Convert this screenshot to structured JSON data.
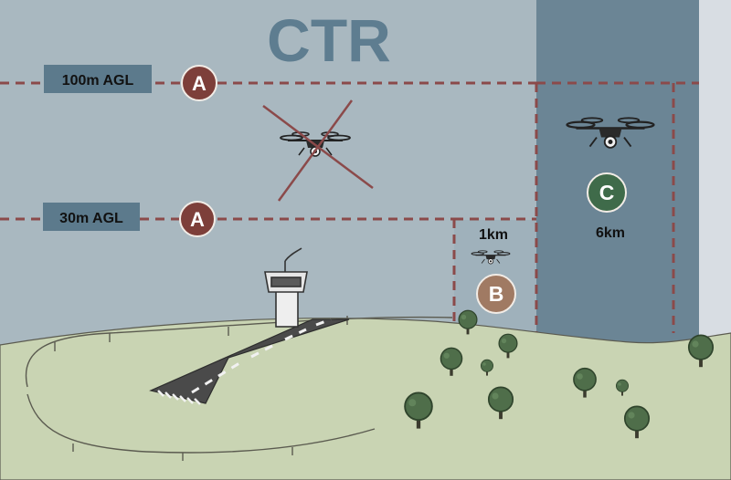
{
  "title": "CTR",
  "altitude_labels": [
    {
      "text": "100m AGL"
    },
    {
      "text": "30m AGL"
    }
  ],
  "zones": [
    {
      "letter": "A"
    },
    {
      "letter": "A"
    },
    {
      "letter": "B",
      "distance": "1km"
    },
    {
      "letter": "C",
      "distance": "6km"
    }
  ],
  "colors": {
    "sky": "#a9b8c0",
    "zone_b": "#9fb1bb",
    "zone_c": "#6b8595",
    "right_strip": "#d8dde3",
    "title": "#5e7d90",
    "label_box": "#5c7a8c",
    "dash": "#8b4a4a",
    "circle_a": "#7d3f3a",
    "circle_b": "#a07a63",
    "circle_c": "#3f6b4a",
    "ground": "#c9d4b3",
    "tree": "#4f6e4a",
    "runway": "#4a4a4a"
  },
  "icons": [
    "drone-icon",
    "crossed-out-drone-icon",
    "control-tower-icon",
    "tree-icon",
    "fence-icon"
  ]
}
